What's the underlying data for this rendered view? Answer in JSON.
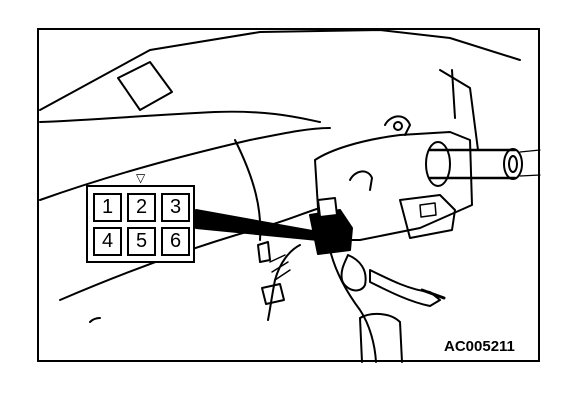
{
  "connector": {
    "marker_glyph": "▽",
    "pins": [
      "1",
      "2",
      "3",
      "4",
      "5",
      "6"
    ]
  },
  "caption": "AC005211"
}
